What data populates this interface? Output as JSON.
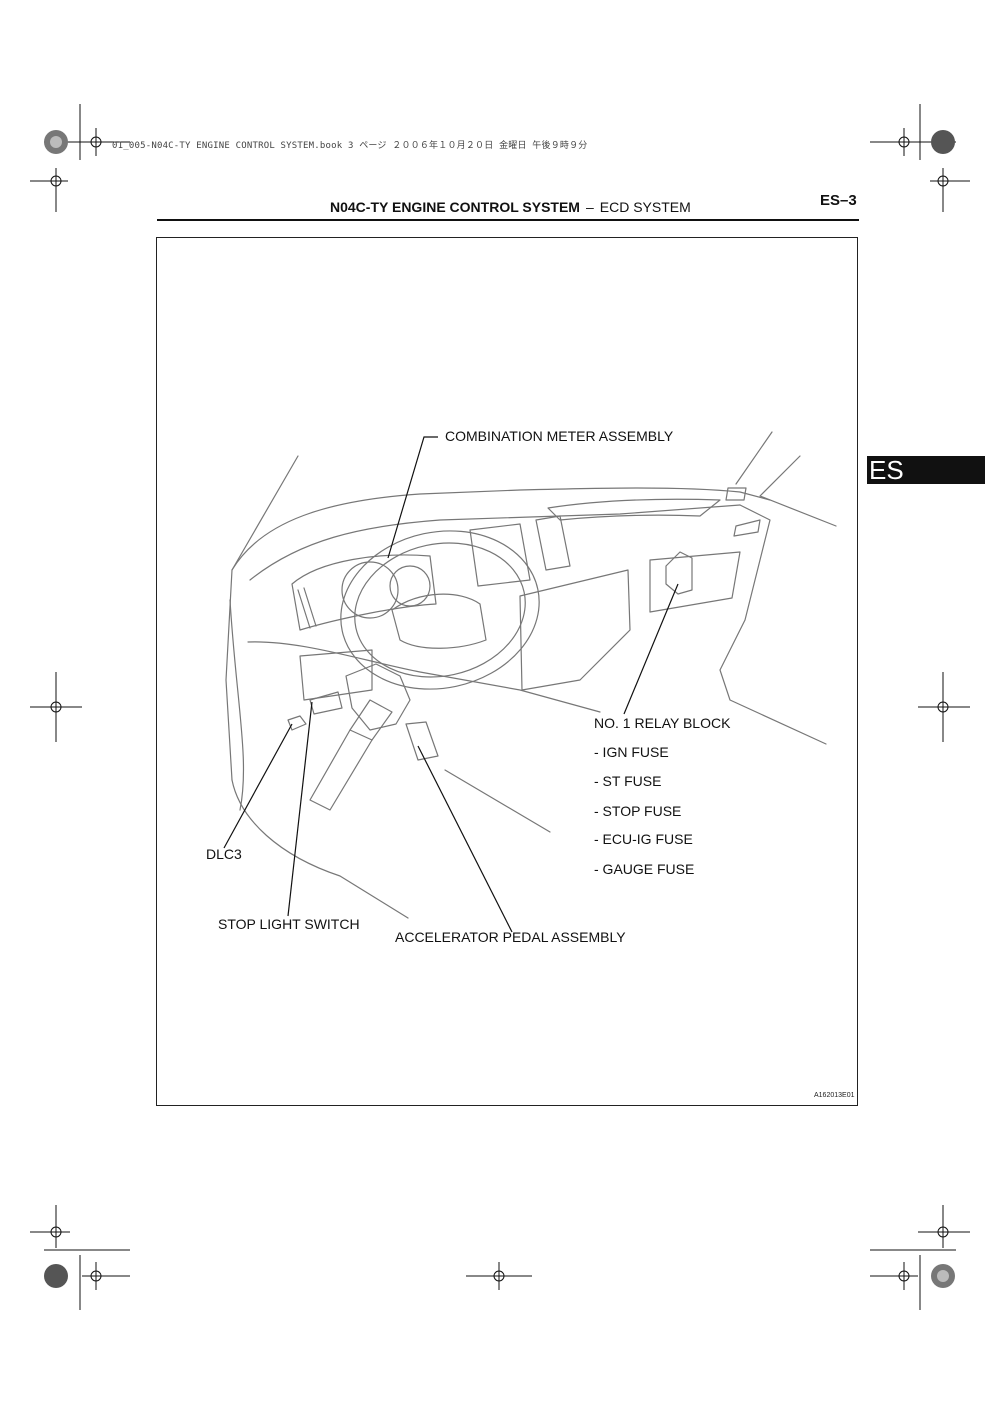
{
  "print_info": "01_005-N04C-TY ENGINE CONTROL SYSTEM.book  3 ページ  ２００６年１０月２０日  金曜日  午後９時９分",
  "header": {
    "title_main": "N04C-TY ENGINE CONTROL SYSTEM",
    "title_dash": "–",
    "title_sub": "ECD SYSTEM",
    "page_number": "ES–3"
  },
  "section_tab": "ES",
  "figure": {
    "id": "A162013E01",
    "callouts": {
      "combination_meter": "COMBINATION METER ASSEMBLY",
      "relay_block": "NO. 1 RELAY BLOCK",
      "ign_fuse": "- IGN FUSE",
      "st_fuse": "- ST FUSE",
      "stop_fuse": "- STOP FUSE",
      "ecu_ig_fuse": "- ECU-IG FUSE",
      "gauge_fuse": "- GAUGE FUSE",
      "dlc3": "DLC3",
      "stop_light_switch": "STOP LIGHT SWITCH",
      "accelerator_pedal": "ACCELERATOR PEDAL ASSEMBLY"
    }
  }
}
